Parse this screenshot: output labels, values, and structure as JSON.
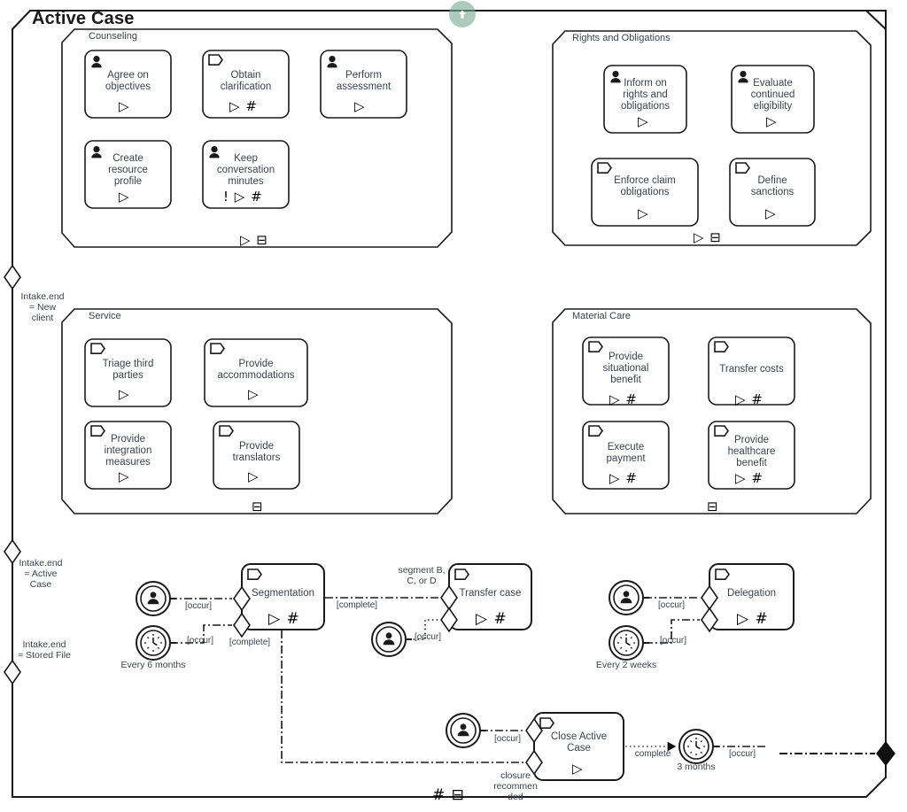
{
  "case": {
    "title": "Active Case",
    "type": "cmmn-case-plan-model",
    "bottom_markers": "# ⊟",
    "exit_criterion": "filled-diamond"
  },
  "scroll_top_button": {
    "name": "scroll-to-top",
    "icon": "arrow-up-circle-icon",
    "color": "#7aaa96"
  },
  "entry_criteria_left": [
    {
      "id": "sentry-new-client",
      "label": "Intake.end\n= New\nclient"
    },
    {
      "id": "sentry-active-case",
      "label": "Intake.end\n= Active\nCase"
    },
    {
      "id": "sentry-stored-file",
      "label": "Intake.end\n= Stored File"
    }
  ],
  "stages": [
    {
      "id": "stage-counseling",
      "title": "Counseling",
      "markers": "▷ ⊟",
      "tasks": [
        {
          "id": "task-agree-on-objectives",
          "label": "Agree on\nobjectives",
          "icon": "human-task-icon",
          "markers": "▷"
        },
        {
          "id": "task-obtain-clarification",
          "label": "Obtain\nclarification",
          "icon": "case-task-icon",
          "markers": "▷ #"
        },
        {
          "id": "task-perform-assessment",
          "label": "Perform\nassessment",
          "icon": "human-task-icon",
          "markers": "▷"
        },
        {
          "id": "task-create-resource-profile",
          "label": "Create\nresource\nprofile",
          "icon": "human-task-icon",
          "markers": "▷"
        },
        {
          "id": "task-keep-conversation-minutes",
          "label": "Keep\nconversation\nminutes",
          "icon": "human-task-icon",
          "markers": "! ▷ #"
        }
      ]
    },
    {
      "id": "stage-rights-and-obligations",
      "title": "Rights and Obligations",
      "markers": "▷ ⊟",
      "tasks": [
        {
          "id": "task-inform-on-rights-and-obligations",
          "label": "Inform on\nrights and\nobligations",
          "icon": "human-task-icon",
          "markers": "▷"
        },
        {
          "id": "task-evaluate-continued-eligibility",
          "label": "Evaluate\ncontinued\neligibility",
          "icon": "human-task-icon",
          "markers": "▷"
        },
        {
          "id": "task-enforce-claim-obligations",
          "label": "Enforce claim\nobligations",
          "icon": "case-task-icon",
          "markers": "▷"
        },
        {
          "id": "task-define-sanctions",
          "label": "Define\nsanctions",
          "icon": "case-task-icon",
          "markers": "▷"
        }
      ]
    },
    {
      "id": "stage-service",
      "title": "Service",
      "markers": "⊟",
      "tasks": [
        {
          "id": "task-triage-third-parties",
          "label": "Triage third\nparties",
          "icon": "case-task-icon",
          "markers": "▷"
        },
        {
          "id": "task-provide-accommodations",
          "label": "Provide\naccommodations",
          "icon": "case-task-icon",
          "markers": "▷"
        },
        {
          "id": "task-provide-integration-measures",
          "label": "Provide\nintegration\nmeasures",
          "icon": "case-task-icon",
          "markers": "▷"
        },
        {
          "id": "task-provide-translators",
          "label": "Provide\ntranslators",
          "icon": "case-task-icon",
          "markers": "▷"
        }
      ]
    },
    {
      "id": "stage-material-care",
      "title": "Material Care",
      "markers": "⊟",
      "tasks": [
        {
          "id": "task-provide-situational-benefit",
          "label": "Provide\nsituational\nbenefit",
          "icon": "case-task-icon",
          "markers": "▷ #"
        },
        {
          "id": "task-transfer-costs",
          "label": "Transfer costs",
          "icon": "case-task-icon",
          "markers": "▷ #"
        },
        {
          "id": "task-execute-payment",
          "label": "Execute\npayment",
          "icon": "case-task-icon",
          "markers": "▷ #"
        },
        {
          "id": "task-provide-healthcare-benefit",
          "label": "Provide\nhealthcare\nbenefit",
          "icon": "case-task-icon",
          "markers": "▷ #"
        }
      ]
    }
  ],
  "tasks_bottom": [
    {
      "id": "task-segmentation",
      "label": "Segmentation",
      "icon": "case-task-icon",
      "markers": "▷ #"
    },
    {
      "id": "task-transfer-case",
      "label": "Transfer case",
      "icon": "case-task-icon",
      "markers": "▷ #"
    },
    {
      "id": "task-delegation",
      "label": "Delegation",
      "icon": "case-task-icon",
      "markers": "▷ #"
    },
    {
      "id": "task-close-active-case",
      "label": "Close Active\nCase",
      "icon": "case-task-icon",
      "markers": "▷"
    }
  ],
  "events": [
    {
      "id": "event-user-segmentation",
      "icon": "user-event-icon",
      "label": ""
    },
    {
      "id": "event-timer-every-6-months",
      "icon": "timer-event-icon",
      "label": "Every 6 months"
    },
    {
      "id": "event-user-transfer-case",
      "icon": "user-event-icon",
      "label": ""
    },
    {
      "id": "event-user-delegation",
      "icon": "user-event-icon",
      "label": ""
    },
    {
      "id": "event-timer-every-2-weeks",
      "icon": "timer-event-icon",
      "label": "Every 2 weeks"
    },
    {
      "id": "event-user-close-active-case",
      "icon": "user-event-icon",
      "label": ""
    },
    {
      "id": "event-timer-3-months",
      "icon": "timer-event-icon",
      "label": "3 months"
    }
  ],
  "connector_labels": {
    "occur_1": "[occur]",
    "occur_2": "[occur]",
    "occur_3": "[occur]",
    "occur_4": "[occur]",
    "occur_5": "[occur]",
    "occur_6": "[occur]",
    "occur_7": "[occur]",
    "complete_seg_out": "[complete]",
    "complete_seg_down": "[complete]",
    "segment_bcd": "segment B,\nC, or D",
    "closure_recommended": "closure\nrecommen\nded",
    "complete_plain": "complete"
  },
  "colors": {
    "stroke": "#1a1a1a",
    "text": "#3a4250",
    "title": "#1a1a1a",
    "accent_green": "#7aaa96",
    "background": "#ffffff"
  }
}
